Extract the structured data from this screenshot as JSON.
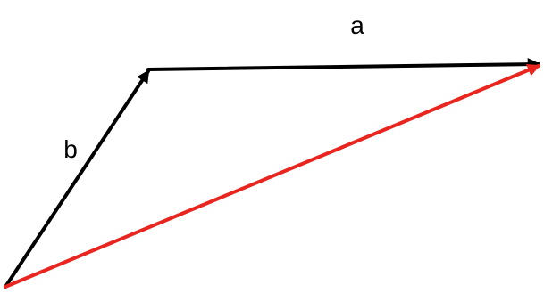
{
  "diagram": {
    "vectors": [
      {
        "id": "a",
        "label": "a",
        "color": "#000000"
      },
      {
        "id": "b",
        "label": "b",
        "color": "#000000"
      },
      {
        "id": "sum",
        "label": "",
        "color": "#e8251f"
      }
    ]
  }
}
